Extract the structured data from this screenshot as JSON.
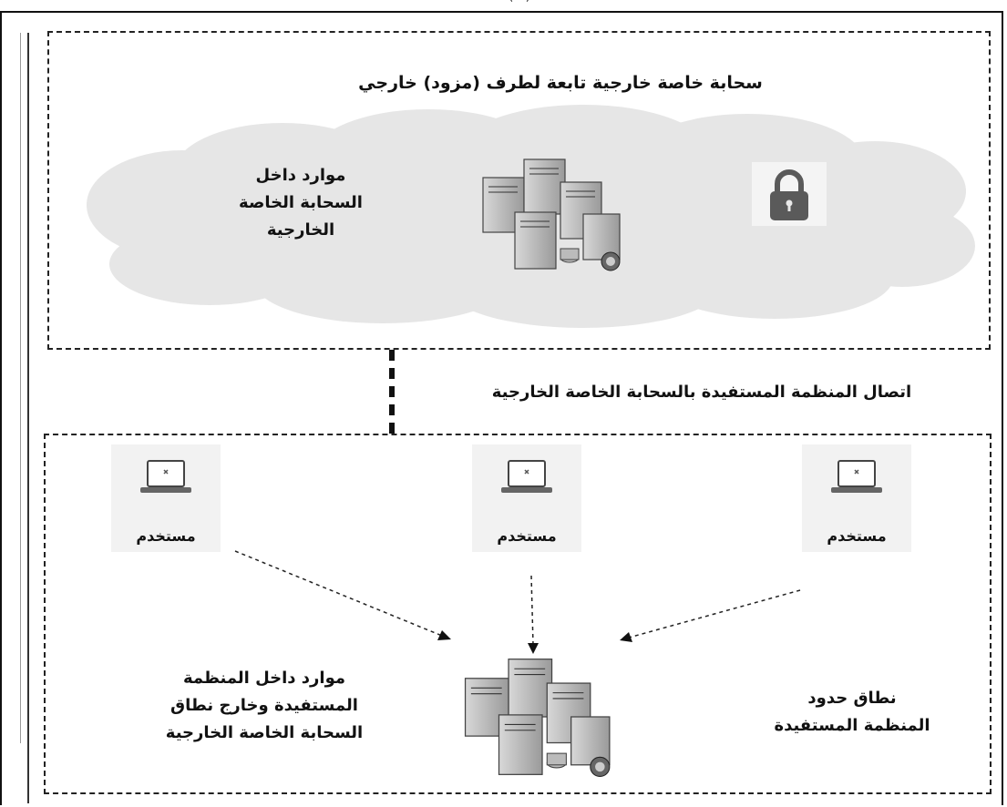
{
  "header": {
    "cut_title": "(...)"
  },
  "cloud": {
    "title": "سحابة خاصة خارجية تابعة لطرف (مزود) خارجي",
    "resources_lines": [
      "موارد داخل",
      "السحابة الخاصة",
      "الخارجية"
    ]
  },
  "connection_label": "اتصال المنظمة المستفيدة بالسحابة الخاصة الخارجية",
  "organization": {
    "users": [
      {
        "label": "مستخدم"
      },
      {
        "label": "مستخدم"
      },
      {
        "label": "مستخدم"
      }
    ],
    "resources_lines": [
      "موارد داخل المنظمة",
      "المستفيدة وخارج نطاق",
      "السحابة الخاصة الخارجية"
    ],
    "scope_lines": [
      "نطاق حدود",
      "المنظمة المستفيدة"
    ]
  },
  "colors": {
    "cloud": "#e6e6e6",
    "card": "#f2f2f2",
    "stroke": "#222222"
  }
}
